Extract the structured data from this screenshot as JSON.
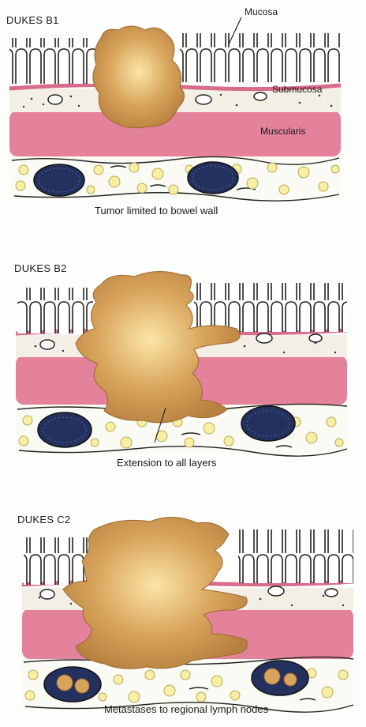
{
  "panels": [
    {
      "stage": "DUKES B1",
      "caption": "Tumor limited to bowel wall"
    },
    {
      "stage": "DUKES B2",
      "caption": "Extension to all layers"
    },
    {
      "stage": "DUKES C2",
      "caption": "Metastases to regional lymph nodes"
    }
  ],
  "labels": {
    "mucosa": "Mucosa",
    "submucosa": "Submucosa",
    "muscularis": "Muscularis"
  },
  "colors": {
    "tumor": "#c98e45",
    "muscularis": "#e3829a",
    "submucosa_line": "#d86a8a",
    "fat": "#f6efa4",
    "lymph_node": "#24305e",
    "mucosa_outline": "#222222"
  }
}
